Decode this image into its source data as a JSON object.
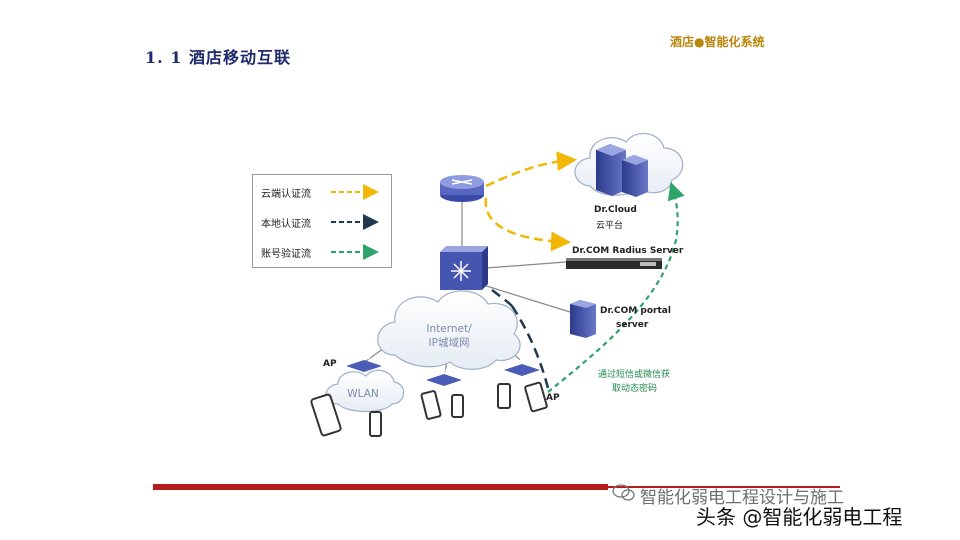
{
  "header": {
    "title": "1. 1 酒店移动互联",
    "brand": "酒店●智能化系统"
  },
  "legend": {
    "items": [
      {
        "label": "云端认证流",
        "color": "#f2b705"
      },
      {
        "label": "本地认证流",
        "color": "#1f3a4f"
      },
      {
        "label": "账号验证流",
        "color": "#2ea36a"
      }
    ]
  },
  "nodes": {
    "dr_cloud": "Dr.Cloud",
    "cloud_platform": "云平台",
    "radius_server": "Dr.COM Radius Server",
    "portal_server_line1": "Dr.COM portal",
    "portal_server_line2": "server",
    "internet_line1": "Internet/",
    "internet_line2": "IP城域网",
    "wlan": "WLAN",
    "ap_left": "AP",
    "ap_right": "AP",
    "sms_line1": "通过短信或微信获",
    "sms_line2": "取动态密码"
  },
  "footer": {
    "watermark_account": "智能化弱电工程设计与施工",
    "watermark_source": "头条 @智能化弱电工程"
  },
  "colors": {
    "cloud_flow": "#f2b705",
    "local_flow": "#1f3a4f",
    "account_flow": "#2ea36a",
    "title": "#1f2a6b",
    "footer_bar": "#b71c1c"
  }
}
